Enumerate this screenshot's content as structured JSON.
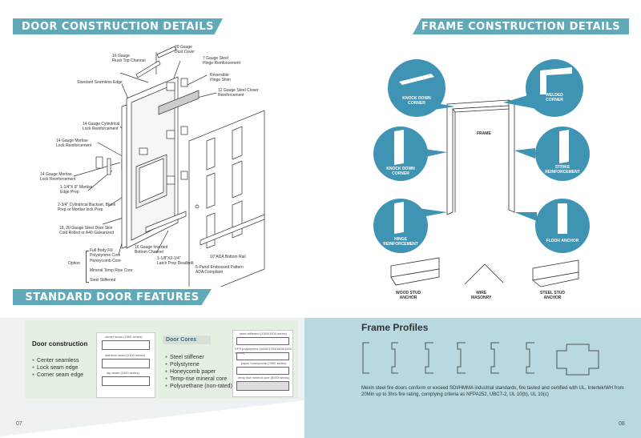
{
  "left_page": {
    "banner_title": "DOOR CONSTRUCTION DETAILS",
    "callouts": {
      "dust_cover": "20 Gauge\nDust Cover",
      "flush_top": "16 Gauge\nFlush Top Channel",
      "hinge_reinf": "7 Gauge Steel\nHinge Reinforcement",
      "hinge_shim": "Reversible\nHinge Shim",
      "seamless_edge": "Standard Seamless Edge",
      "closer_reinf": "12 Gauge Steel Closer\nReinforcement",
      "cyl_lock": "14 Gauge  Cylindrical\nLock Reinforcement",
      "mortise_lock": "14 Gauge  Mortise\nLock Reinforcement",
      "mortise_lock2": "14 Gauge  Mortise\nLock Reinforcement",
      "edge_prep": "1-1/4\"X 8\"  Mortise\nEdge Prep",
      "backset": "2-3/4\"  Cylindrical  Backset, Blank\nPrep  or  Mortise lock Prep",
      "skin": "18, 20 Gauge Steel Door Skin\nCold Rolled or A40 Galvanized",
      "polystyrene": "Full Body Fill\nPolystyrene Core",
      "honeycomb": "Honeycomb Core",
      "option": "Option",
      "mineral": "Mineral Temp Rise  Core",
      "steel_stiff": "Steel Stiffened",
      "inverted_bottom": "16 Gauge Inverted\nBottom Channel",
      "deadbolt": "1-1/8\"X2-1/4\"\nLatch Prep Deadbolt",
      "ada_bottom": "10\"ADA Bottom Rail",
      "six_panel": "6-Panel Embossed Pattern\nADA Compliant"
    },
    "features_title": "STANDARD DOOR FEATURES",
    "door_construction": {
      "heading": "Door construction",
      "items": [
        "Center seamless",
        "Lock seam edge",
        "Corner seam edge"
      ],
      "seam_labels": [
        "center seam (1500 series)",
        "interlock seam (1100 series)",
        "lap seam (1000 series)"
      ]
    },
    "door_cores": {
      "heading": "Door Cores",
      "items": [
        "Steel stiffener",
        "Polystyrene",
        "Honeycomb paper",
        "Temp-rise mineral core",
        "Polyurethane (non-rated)"
      ],
      "core_labels": [
        "steel stiffened (1350/1400 series)",
        "EPS polystyrene (1650/1750/1800/1900 series)",
        "paper honeycomb (2000 series)",
        "temp rise mineral core (8000 series)"
      ]
    },
    "page_number": "07"
  },
  "right_page": {
    "banner_title": "FRAME CONSTRUCTION DETAILS",
    "circles": [
      "KNOCK DOWN\nCORNER",
      "WELDED\nCORNER",
      "KNOCK DOWN\nCORNER",
      "STRIKE\nREINFORCEMENT",
      "HINGE\nREINFORCEMENT",
      "FLOOR  ANCHOR"
    ],
    "frame_label": "FRAME",
    "anchors": [
      "WOOD STUD\nANCHOR",
      "WIRE\nMASONRY",
      "STEEL  STUD\nANCHOR"
    ],
    "profiles_title": "Frame Profiles",
    "profiles_text": "Mexin steel fire doors conform or exceed SDI/HMMA industrial standards, fire tasted and certified with UL, Intertek/WH from 20Min up to 3hrs fire rating, complying criteria as NFPA252, UBC7-2, UL 10(b), UL 10(c)",
    "page_number": "08"
  },
  "colors": {
    "banner": "#5fa9b8",
    "teal_band": "#b7d9df",
    "circle": "#3f93b3",
    "panel": "#e4f0e2"
  }
}
